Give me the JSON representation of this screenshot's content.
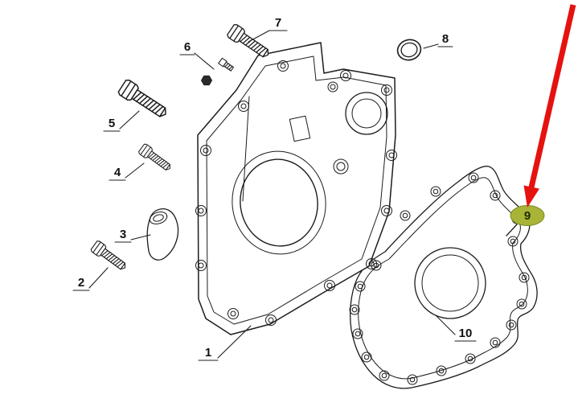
{
  "diagram": {
    "background": "#ffffff"
  },
  "colors": {
    "line": "#1c1c1c",
    "label_text": "#111111",
    "highlight_fill": "#a8b437",
    "highlight_stroke": "#7c8a24",
    "highlight_label_text": "#1f2d00",
    "arrow": "#e51210"
  },
  "labels": {
    "1": "1",
    "2": "2",
    "3": "3",
    "4": "4",
    "5": "5",
    "6": "6",
    "7": "7",
    "8": "8",
    "9": "9",
    "10": "10"
  }
}
